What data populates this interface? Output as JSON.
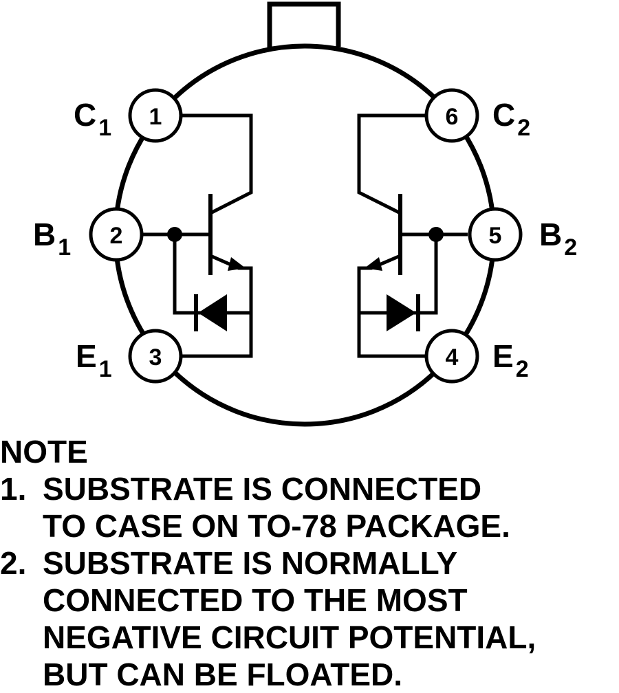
{
  "pins": [
    {
      "number": "1",
      "letter": "C",
      "subscript": "1"
    },
    {
      "number": "2",
      "letter": "B",
      "subscript": "1"
    },
    {
      "number": "3",
      "letter": "E",
      "subscript": "1"
    },
    {
      "number": "4",
      "letter": "E",
      "subscript": "2"
    },
    {
      "number": "5",
      "letter": "B",
      "subscript": "2"
    },
    {
      "number": "6",
      "letter": "C",
      "subscript": "2"
    }
  ],
  "note": {
    "heading": "NOTE",
    "items": [
      {
        "num": "1.",
        "lines": [
          "SUBSTRATE IS CONNECTED",
          "TO CASE ON TO-78 PACKAGE."
        ]
      },
      {
        "num": "2.",
        "lines": [
          "SUBSTRATE IS NORMALLY",
          "CONNECTED TO THE MOST",
          "NEGATIVE CIRCUIT POTENTIAL,",
          "BUT CAN BE FLOATED."
        ]
      }
    ]
  }
}
